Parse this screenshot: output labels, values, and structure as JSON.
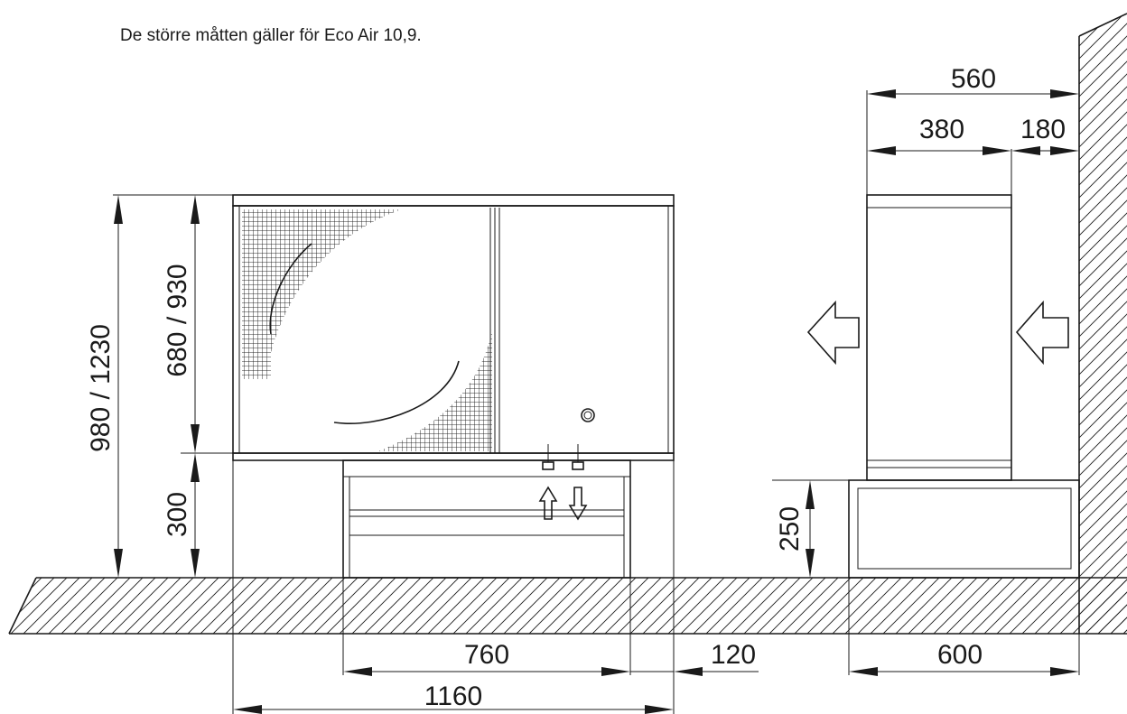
{
  "caption": "De större måtten gäller för Eco Air 10,9.",
  "dimensions": {
    "total_height": "980 / 1230",
    "unit_height": "680 / 930",
    "base_height_front": "300",
    "total_depth": "560",
    "unit_depth": "380",
    "wall_clearance": "180",
    "base_height_side": "250",
    "foot_width": "760",
    "total_width": "1160",
    "side_gap": "120",
    "base_depth": "600"
  }
}
